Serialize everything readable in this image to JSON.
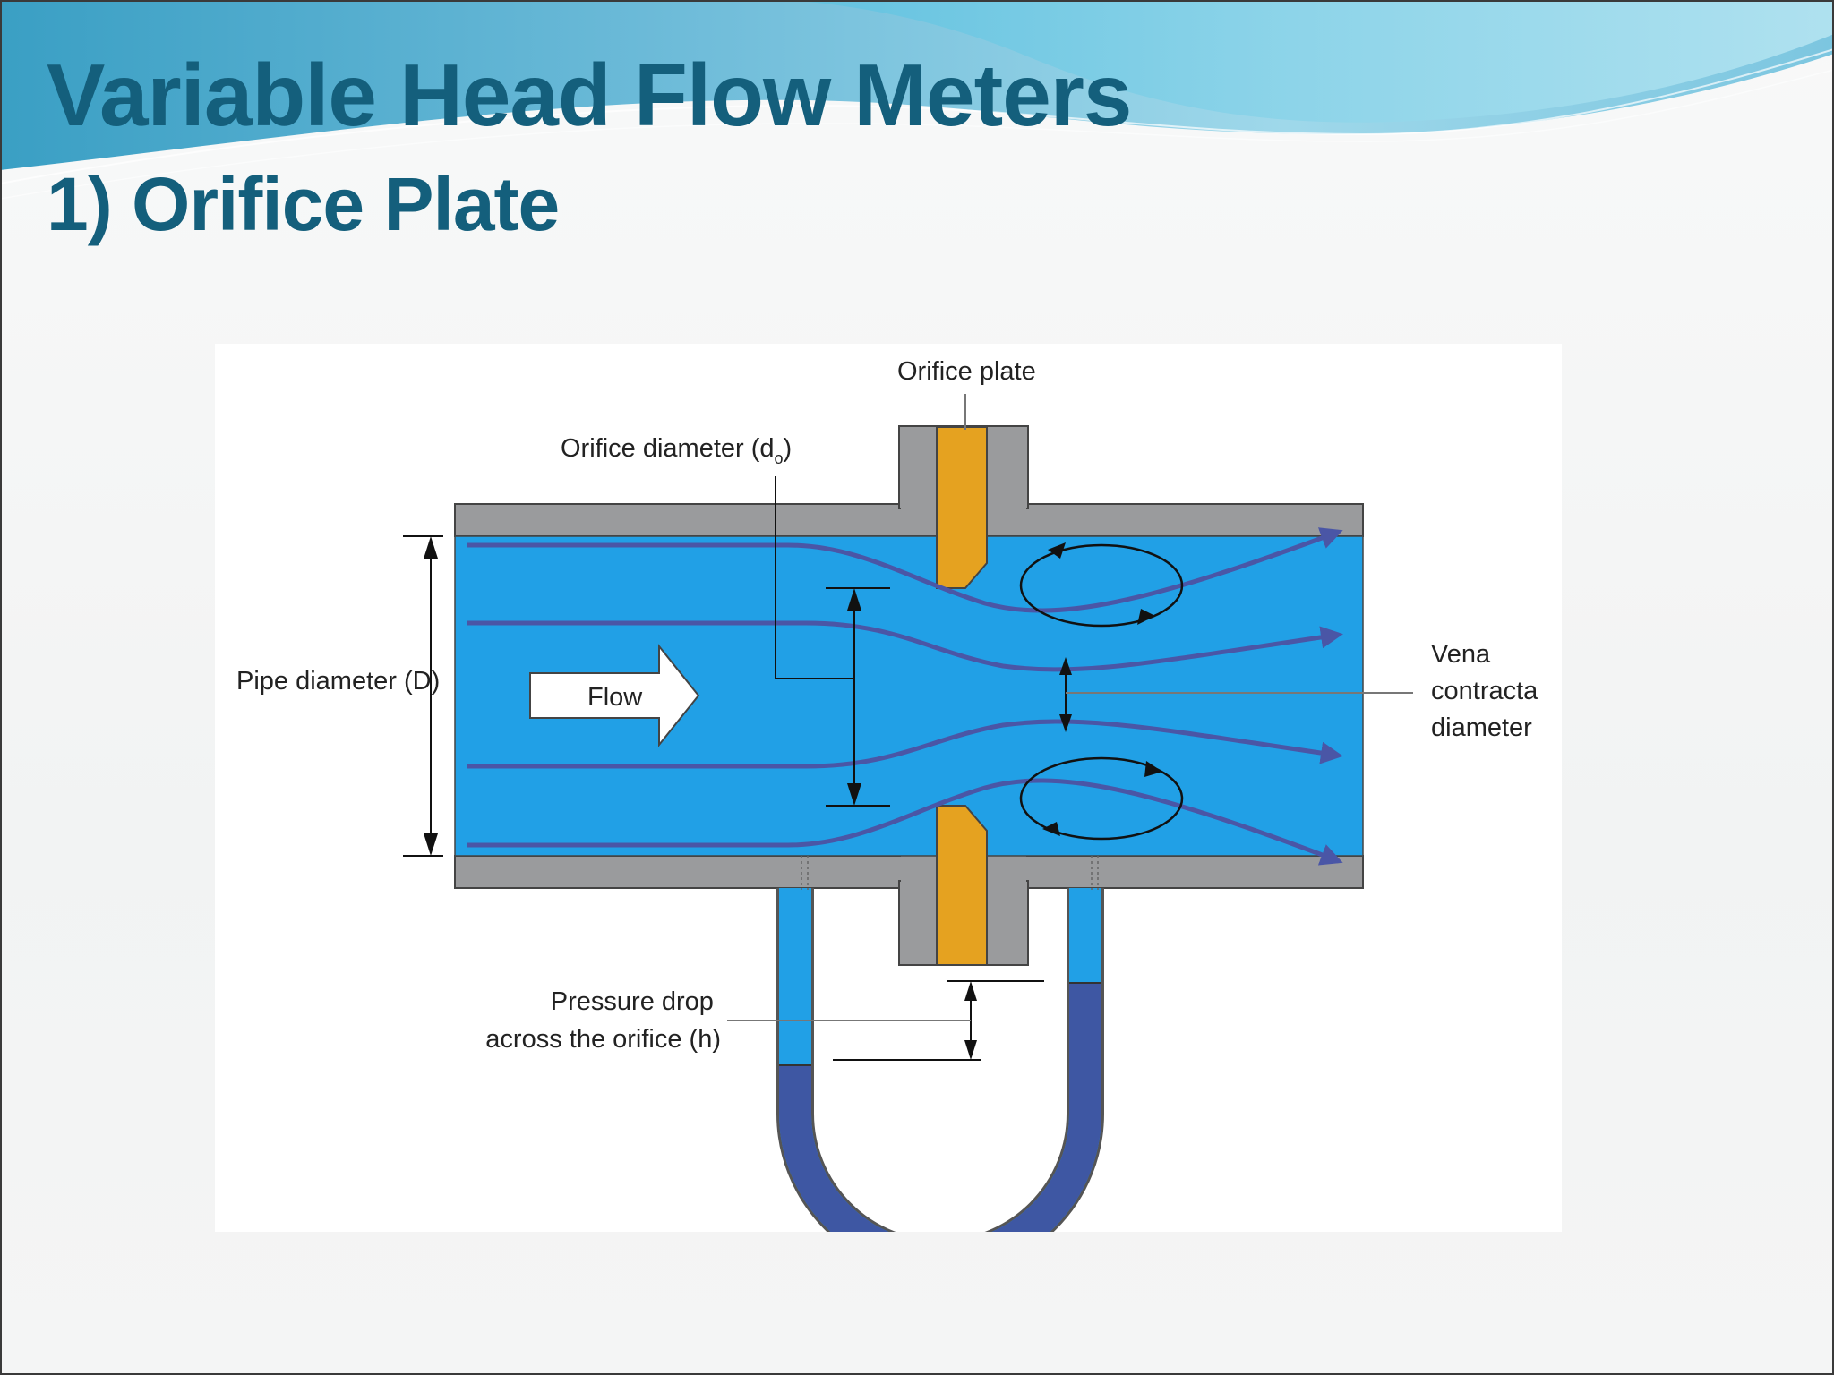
{
  "slide": {
    "title": "Variable Head Flow Meters",
    "subtitle": "1) Orifice Plate",
    "title_color": "#145f7c"
  },
  "diagram": {
    "labels": {
      "orifice_plate": "Orifice plate",
      "orifice_diameter": "Orifice diameter (d",
      "orifice_diameter_sub": "o",
      "orifice_diameter_close": ")",
      "pipe_diameter": "Pipe diameter (D)",
      "flow": "Flow",
      "vena_line1": "Vena",
      "vena_line2": "contracta",
      "vena_line3": "diameter",
      "pressure_line1": "Pressure drop",
      "pressure_line2": "across the orifice (h)"
    },
    "colors": {
      "pipe_wall": "#9a9b9d",
      "fluid": "#21a0e6",
      "orifice_plate": "#e5a220",
      "streamline": "#4a56a6",
      "manometer_fluid": "#3e57a3"
    }
  }
}
